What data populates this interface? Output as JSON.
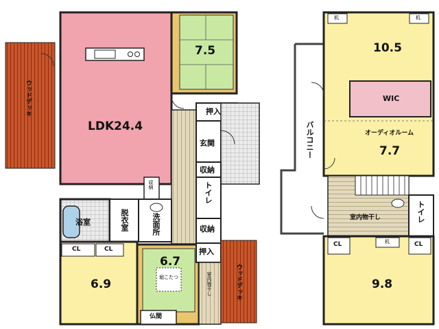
{
  "floor1": {
    "ldk": "LDK24.4",
    "japanese_room": "7.5",
    "oshiire_top": "押入",
    "genkan": "玄関",
    "storage_genkan": "収納",
    "toilet": "トイレ",
    "storage_small": "収納",
    "storage_hall": "収納",
    "bath": "浴室",
    "dressing": "脱衣室",
    "washroom": "洗面所",
    "oshiire_bottom": "押入",
    "wood_deck_left": "ウッドデッキ",
    "wood_deck_right": "ウッドデッキ",
    "cl_left": "CL",
    "cl_mid": "CL",
    "room_6_9": "6.9",
    "room_6_7": "6.7",
    "kotatsu": "堀こたつ",
    "butsuma": "仏間",
    "indoor_drying": "室内物干し"
  },
  "floor2": {
    "room_10_5": "10.5",
    "desk_left": "机",
    "desk_right": "机",
    "wic": "WIC",
    "audio_room": "オーディオルーム",
    "audio_size": "7.7",
    "balcony": "バルコニー",
    "indoor_drying": "室内物干し",
    "toilet": "トイレ",
    "cl_left": "CL",
    "cl_right": "CL",
    "desk_bottom": "机",
    "room_9_8": "9.8"
  },
  "colors": {
    "ldk": "#f2a4ae",
    "japanese": "#c9e9a2",
    "room_yellow": "#fbf0a6",
    "wic": "#f2c0c8",
    "wood": "#c9552a",
    "floor_board": "#e2d9bd",
    "tatami_edge": "#e9c56d",
    "tile": "#e4e4e4"
  }
}
